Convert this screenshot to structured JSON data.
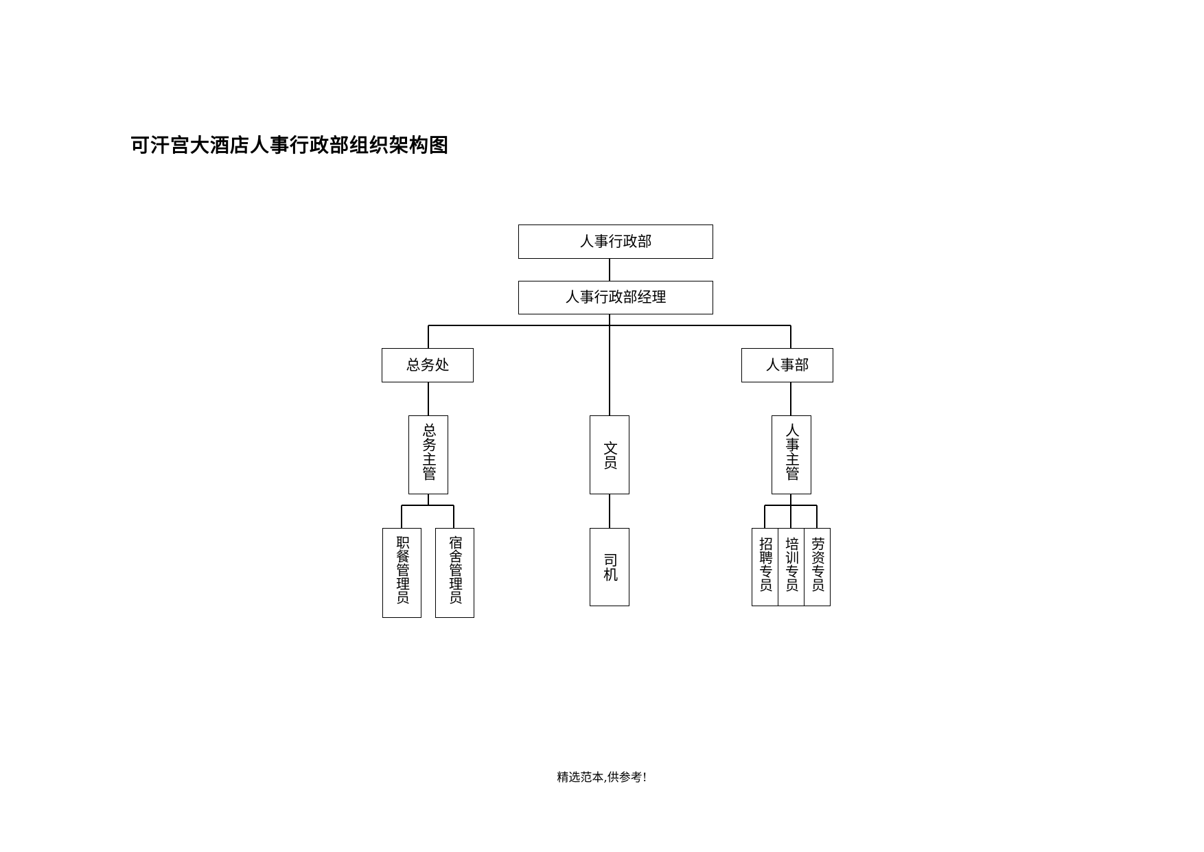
{
  "title": "可汗宫大酒店人事行政部组织架构图",
  "footer": "精选范本,供参考!",
  "nodes": {
    "dept": "人事行政部",
    "manager": "人事行政部经理",
    "general_affairs": "总务处",
    "hr": "人事部",
    "ga_supervisor": "总务主管",
    "clerk": "文员",
    "hr_supervisor": "人事主管",
    "canteen_admin": "职餐管理员",
    "dorm_admin": "宿舍管理员",
    "driver": "司机",
    "recruit": "招聘专员",
    "training": "培训专员",
    "payroll": "劳资专员"
  }
}
